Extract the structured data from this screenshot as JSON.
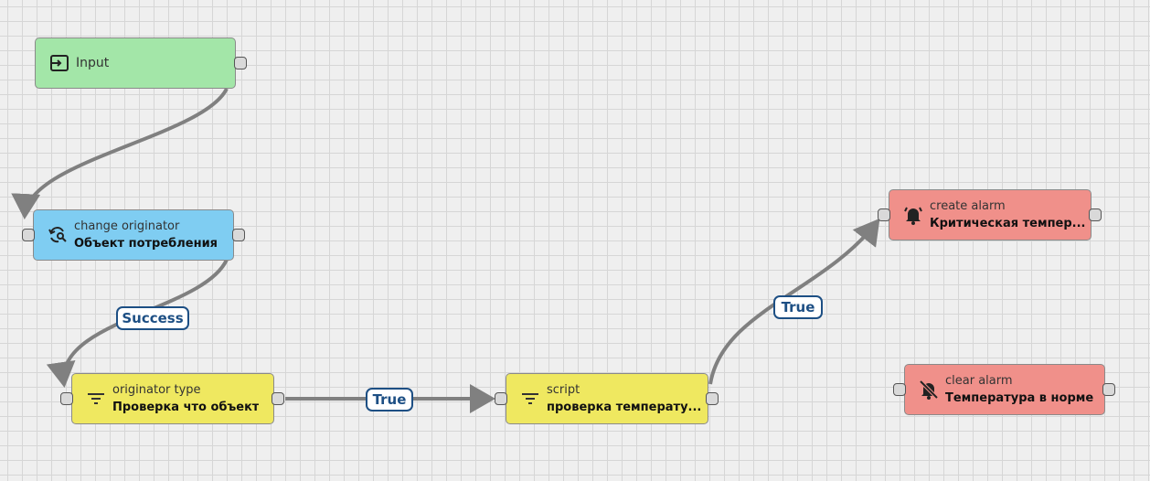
{
  "nodes": {
    "input": {
      "label": "Input",
      "icon": "input-icon",
      "color": "#a3e6a8"
    },
    "change_originator": {
      "type": "change originator",
      "name": "Объект потребления",
      "icon": "refresh-search-icon",
      "color": "#7fcdf2"
    },
    "originator_type": {
      "type": "originator type",
      "name": "Проверка что объект",
      "icon": "filter-icon",
      "color": "#efe860"
    },
    "script": {
      "type": "script",
      "name": "проверка температу...",
      "icon": "filter-icon",
      "color": "#efe860"
    },
    "create_alarm": {
      "type": "create alarm",
      "name": "Критическая темпер...",
      "icon": "bell-alert-icon",
      "color": "#f0908a"
    },
    "clear_alarm": {
      "type": "clear alarm",
      "name": "Температура в норме",
      "icon": "bell-off-icon",
      "color": "#f0908a"
    }
  },
  "edges": {
    "success_label": "Success",
    "true_label_1": "True",
    "true_label_2": "True",
    "color": "#808080",
    "label_color": "#1d4f84"
  }
}
